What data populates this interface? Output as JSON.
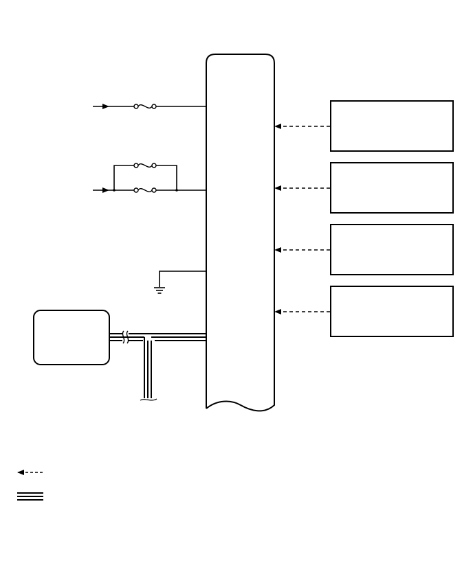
{
  "diagram": {
    "line_color": "#000000",
    "background_color": "#ffffff",
    "central_unit": {
      "shape": "tall-rounded-block-with-torn-bottom"
    },
    "power_inputs": [
      {
        "id": "input-1",
        "fuses": 1
      },
      {
        "id": "input-2",
        "fuses": 2
      }
    ],
    "ground": {
      "icon": "ground-icon"
    },
    "side_module": {
      "shape": "rounded-rectangle"
    },
    "signal_boxes": [
      {
        "id": "box-1"
      },
      {
        "id": "box-2"
      },
      {
        "id": "box-3"
      },
      {
        "id": "box-4"
      }
    ],
    "legend": [
      {
        "icon": "dashed-arrow-icon"
      },
      {
        "icon": "communication-line-icon"
      }
    ]
  }
}
